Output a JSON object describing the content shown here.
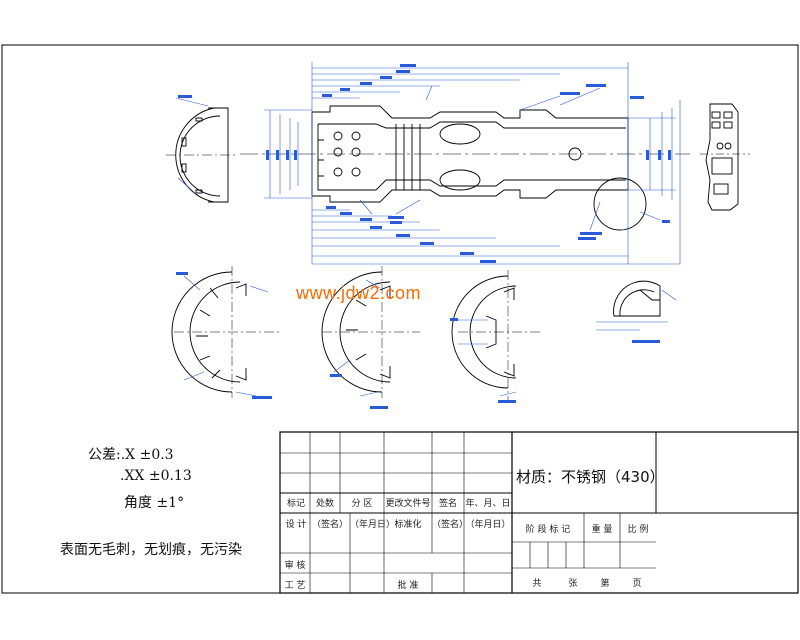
{
  "watermark": "www.jdw2.com",
  "notes": {
    "tolerance_1": "公差:.X ±0.3",
    "tolerance_2": ".XX ±0.13",
    "tolerance_angle": "角度 ±1°",
    "surface": "表面无毛刺，无划痕，无污染"
  },
  "title_block": {
    "material": "材质：不锈钢（430）",
    "row_mark": [
      "标记",
      "处数",
      "分 区",
      "更改文件号",
      "签名",
      "年、月、日"
    ],
    "row_design": [
      "设 计",
      "（签名）",
      "（年月日）",
      "标准化",
      "（签名）",
      "（年月日）"
    ],
    "stage_labels": [
      "阶 段 标 记",
      "重 量",
      "比 例"
    ],
    "review": "审 核",
    "process": "工 艺",
    "approve": "批 准",
    "sheet_info": [
      "共",
      "张",
      "第",
      "页"
    ]
  },
  "colors": {
    "outline": "#000000",
    "dimension": "#2a5bd7",
    "watermark": "#ff6a00"
  }
}
